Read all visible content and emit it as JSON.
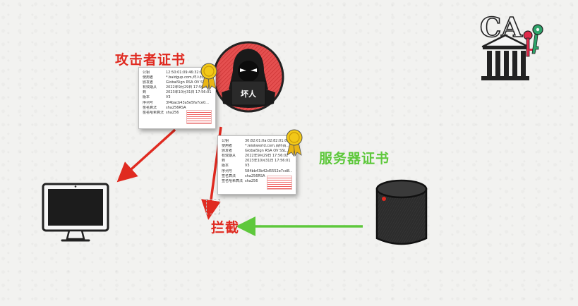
{
  "labels": {
    "attacker_cert": "攻击者证书",
    "server_cert": "服务器证书",
    "intercept": "拦截",
    "hacker": "坏人",
    "ca": "CA"
  },
  "attacker_cert_rows": [
    {
      "k": "公钥",
      "v": "12:50:01:09:46:32:00:4..."
    },
    {
      "k": "使用者",
      "v": "*.baidgup.com,坏人科技..."
    },
    {
      "k": "颁发者",
      "v": "GlobalSign RSA OV SSL..."
    },
    {
      "k": "有效期从",
      "v": "2022年9月29日 17:56:02"
    },
    {
      "k": "到",
      "v": "2023年10月31日 17:56:01"
    },
    {
      "k": "版本",
      "v": "V3"
    },
    {
      "k": "序列号",
      "v": "3f4bacb43a5e5fa7ce0..."
    },
    {
      "k": "签名算法",
      "v": "sha256RSA"
    },
    {
      "k": "签名哈希算法",
      "v": "sha256"
    }
  ],
  "server_cert_rows": [
    {
      "k": "公钥",
      "v": "30:82:01:0a:02:82:01:0..."
    },
    {
      "k": "使用者",
      "v": "*.leiokworld.com,百科百..."
    },
    {
      "k": "颁发者",
      "v": "GlobalSign RSA OV SSL..."
    },
    {
      "k": "有效期从",
      "v": "2022年9月29日 17:56:02"
    },
    {
      "k": "到",
      "v": "2023年10月31日 17:56:01"
    },
    {
      "k": "版本",
      "v": "V3"
    },
    {
      "k": "序列号",
      "v": "584bb43b42d5552e7cd8..."
    },
    {
      "k": "签名算法",
      "v": "sha256RSA"
    },
    {
      "k": "签名哈希算法",
      "v": "sha256"
    }
  ],
  "colors": {
    "attack": "#e02a20",
    "server": "#5ec83c",
    "ribbon": "#f2c818"
  },
  "icons": {
    "hacker": "hacker-icon",
    "monitor": "monitor-icon",
    "server": "server-icon",
    "ca": "ca-bank-key-icon",
    "ribbon": "award-ribbon-icon"
  }
}
